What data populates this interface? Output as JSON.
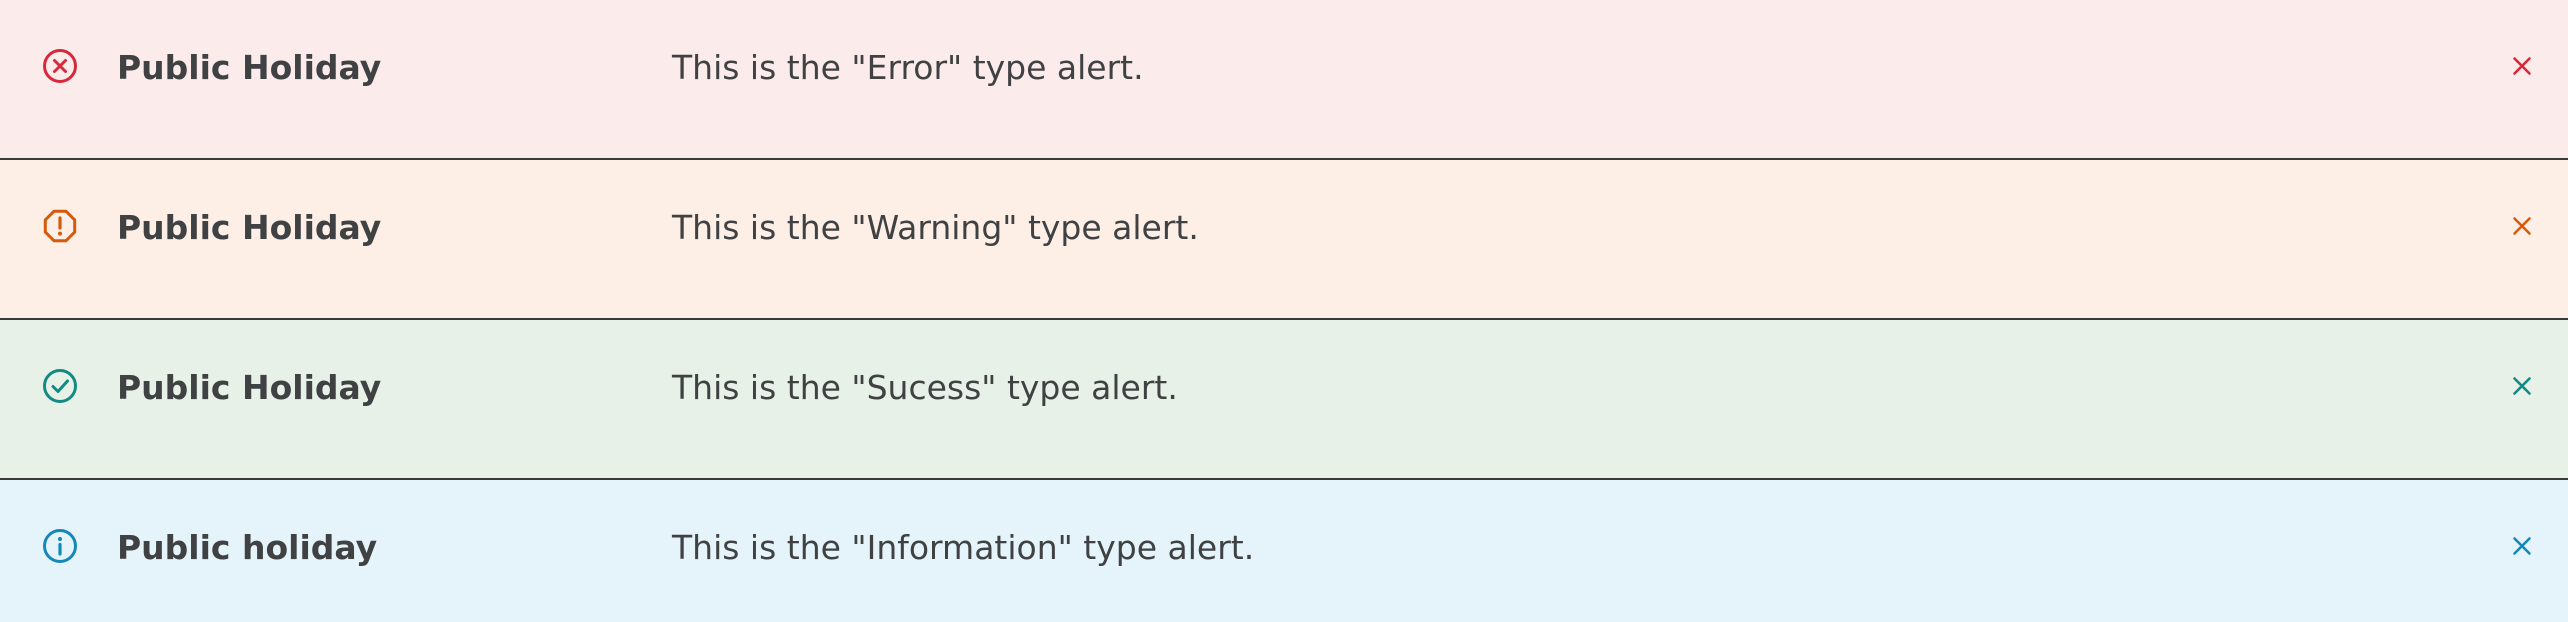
{
  "alerts": [
    {
      "type": "error",
      "icon": "error-circle-x-icon",
      "title": "Public Holiday",
      "message": "This is the \"Error\" type alert.",
      "colors": {
        "background": "#fcebeb",
        "accent": "#d8283b"
      }
    },
    {
      "type": "warning",
      "icon": "warning-octagon-icon",
      "title": "Public Holiday",
      "message": "This is the \"Warning\" type alert.",
      "colors": {
        "background": "#fdeee6",
        "accent": "#d45b0c"
      }
    },
    {
      "type": "success",
      "icon": "success-circle-check-icon",
      "title": "Public Holiday",
      "message": "This is the \"Sucess\" type alert.",
      "colors": {
        "background": "#e8f1e7",
        "accent": "#138a84"
      }
    },
    {
      "type": "information",
      "icon": "info-circle-icon",
      "title": "Public holiday",
      "message": "This is the \"Information\" type alert.",
      "colors": {
        "background": "#e5f4fa",
        "accent": "#1587b8"
      }
    }
  ]
}
